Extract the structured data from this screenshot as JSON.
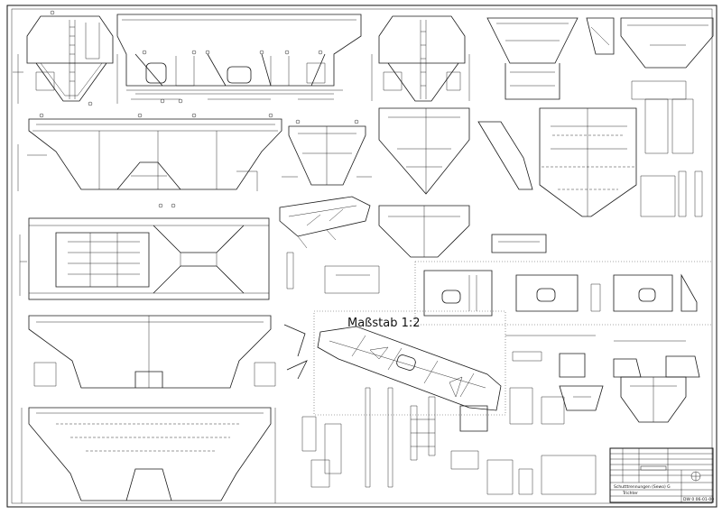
{
  "drawing": {
    "scale_label": "Maßstab 1:2",
    "title_block": {
      "description_line1": "Schutttrennungen (Sewo) G",
      "description_line2": "Trichter",
      "drawing_number": "DW 0 06-01-00"
    }
  },
  "colors": {
    "line": "#1a1a1a",
    "paper": "#ffffff"
  }
}
